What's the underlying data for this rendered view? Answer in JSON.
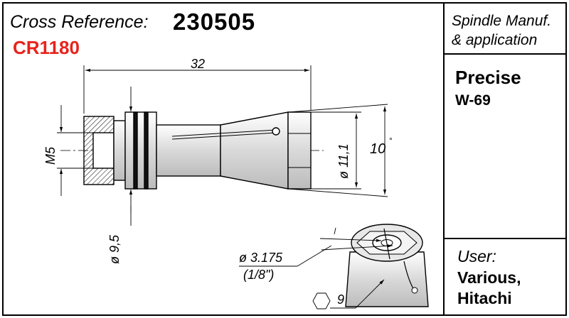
{
  "header": {
    "cross_reference_label": "Cross Reference:",
    "cross_reference_number": "230505",
    "alternate_number": "CR1180"
  },
  "spindle": {
    "title_line1": "Spindle Manuf.",
    "title_line2": "& application",
    "value_line1": "Precise",
    "value_line2": "W-69"
  },
  "user": {
    "title": "User:",
    "value_line1": "Various,",
    "value_line2": "Hitachi"
  },
  "dimensions": {
    "overall_length": "32",
    "thread": "M5",
    "collar_diameter": "ø 9,5",
    "nose_diameter": "ø 11,1",
    "taper_angle": "10",
    "taper_angle_unit": "°",
    "bore_diameter": "ø 3.175",
    "bore_diameter_inch": "(1/8\")",
    "hex_size": "9"
  },
  "colors": {
    "alternate_number": "#e8231c",
    "line": "#000000",
    "body_shading": "#cfcfcf",
    "frame": "#000000"
  }
}
